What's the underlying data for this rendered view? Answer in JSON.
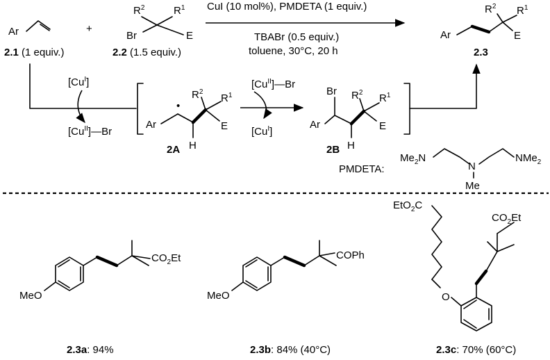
{
  "conditions": {
    "line1": "CuI (10 mol%), PMDETA (1 equiv.)",
    "line2": "TBABr (0.5 equiv.)",
    "line3": "toluene, 30°C, 20 h"
  },
  "reagents": {
    "r1_label": "2.1",
    "r1_amount": " (1 equiv.)",
    "r2_label": "2.2",
    "r2_amount": " (1.5 equiv.)",
    "plus": "+",
    "product_label": "2.3"
  },
  "atoms": {
    "ar": "Ar",
    "br": "Br",
    "e": "E",
    "r": "R",
    "one": "1",
    "two": "2",
    "h": "H",
    "dot": "•"
  },
  "mechanism": {
    "cu": "[Cu",
    "ox_one": "I",
    "ox_two": "II",
    "close": "]",
    "br_suffix": "—Br",
    "int_a": "2A",
    "int_b": "2B"
  },
  "pmdeta": {
    "label": "PMDETA:",
    "me": "Me",
    "two": "2",
    "n": "N",
    "nme_left": "Me",
    "nme_right": "NMe"
  },
  "products": [
    {
      "label": "2.3a",
      "yield": ": 94%",
      "ome": "MeO",
      "group": "CO",
      "group_sub": "2",
      "group_tail": "Et"
    },
    {
      "label": "2.3b",
      "yield": ": 84% (40°C)",
      "ome": "MeO",
      "group": "COPh"
    },
    {
      "label": "2.3c",
      "yield": ": 70% (60°C)",
      "o": "O",
      "ester_left": "EtO",
      "ester_left_sub": "2",
      "ester_left_tail": "C",
      "group": "CO",
      "group_sub": "2",
      "group_tail": "Et"
    }
  ]
}
